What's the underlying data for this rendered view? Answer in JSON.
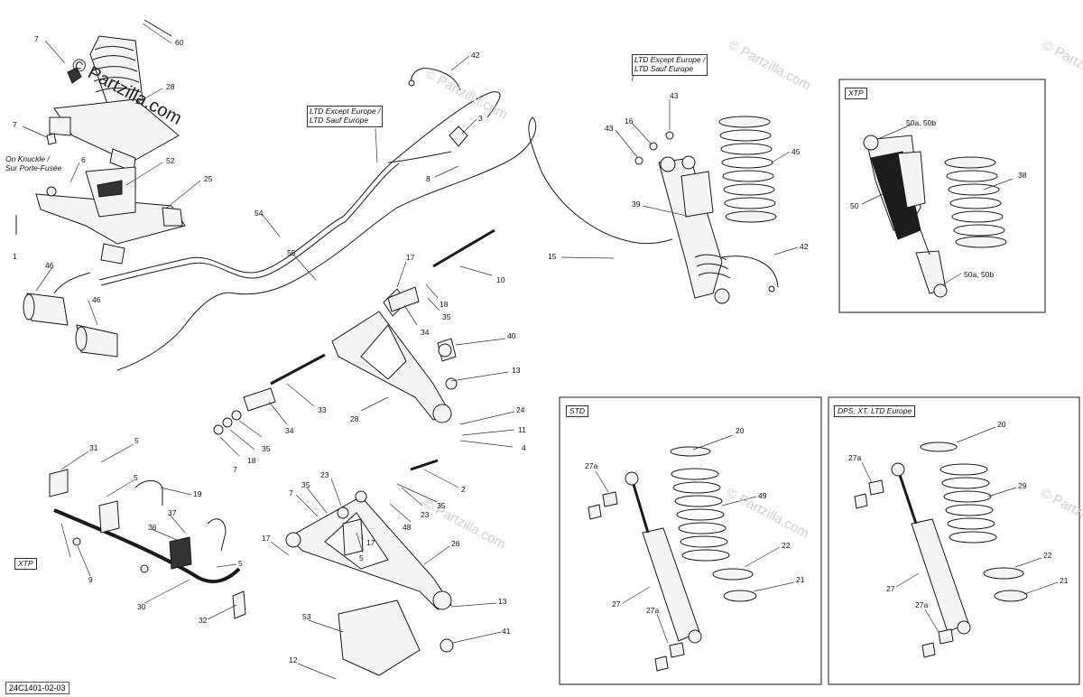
{
  "diagram_code": "24C1401-02-03",
  "watermark": {
    "main": "© Partzilla.com",
    "repeat": "© Partzilla.com"
  },
  "notes": {
    "on_knuckle": "On Knuckle /",
    "sur_porte_fusee": "Sur Porte-Fusée",
    "ltd_except_1": "LTD Except Europe /",
    "ltd_sauf_1": "LTD Sauf Europe",
    "ltd_except_2": "LTD Except Europe /",
    "ltd_sauf_2": "LTD Sauf Europe"
  },
  "panel_tags": {
    "xtp_top": "XTP",
    "std": "STD",
    "dps": "DPS, XT, LTD Europe",
    "xtp_bottom": "XTP"
  },
  "part_labels": {
    "p60": "60",
    "p7a": "7",
    "p28a": "28",
    "p7b": "7",
    "p6": "6",
    "p52": "52",
    "p25": "25",
    "p1": "1",
    "p46a": "46",
    "p46b": "46",
    "p54": "54",
    "p55": "55",
    "p42a": "42",
    "p3": "3",
    "p8": "8",
    "p43a": "43",
    "p16": "16",
    "p43b": "43",
    "p45": "45",
    "p39": "39",
    "p42b": "42",
    "p15": "15",
    "p50ab_top": "50a, 50b",
    "p38": "38",
    "p50": "50",
    "p50ab_bot": "50a, 50b",
    "p17a": "17",
    "p10": "10",
    "p18a": "18",
    "p35a": "35",
    "p34a": "34",
    "p40": "40",
    "p13a": "13",
    "p33": "33",
    "p34b": "34",
    "p28b": "28",
    "p24": "24",
    "p11": "11",
    "p4": "4",
    "p7c": "7",
    "p18b": "18",
    "p35b": "35",
    "p31": "31",
    "p5a": "5",
    "p5b": "5",
    "p19": "19",
    "p36": "36",
    "p37": "37",
    "p5c": "5",
    "p9": "9",
    "p30": "30",
    "p32": "32",
    "p23a": "23",
    "p7d": "7",
    "p35c": "35",
    "p2": "2",
    "p23b": "23",
    "p35d": "35",
    "p48": "48",
    "p5d": "5",
    "p17b": "17",
    "p17c": "17",
    "p26": "26",
    "p13b": "13",
    "p53": "53",
    "p41": "41",
    "p12": "12",
    "p20a": "20",
    "p27a_top": "27a",
    "p49": "49",
    "p22a": "22",
    "p21a": "21",
    "p27": "27",
    "p27a_bot": "27a",
    "p20b": "20",
    "p27a_top2": "27a",
    "p29": "29",
    "p22b": "22",
    "p21b": "21",
    "p27b": "27",
    "p27a_bot2": "27a"
  },
  "colors": {
    "line": "#1a1a1a",
    "part_fill": "#f4f4f4",
    "dark_part": "#1c1c1c",
    "watermark": "#cfcfcf"
  }
}
